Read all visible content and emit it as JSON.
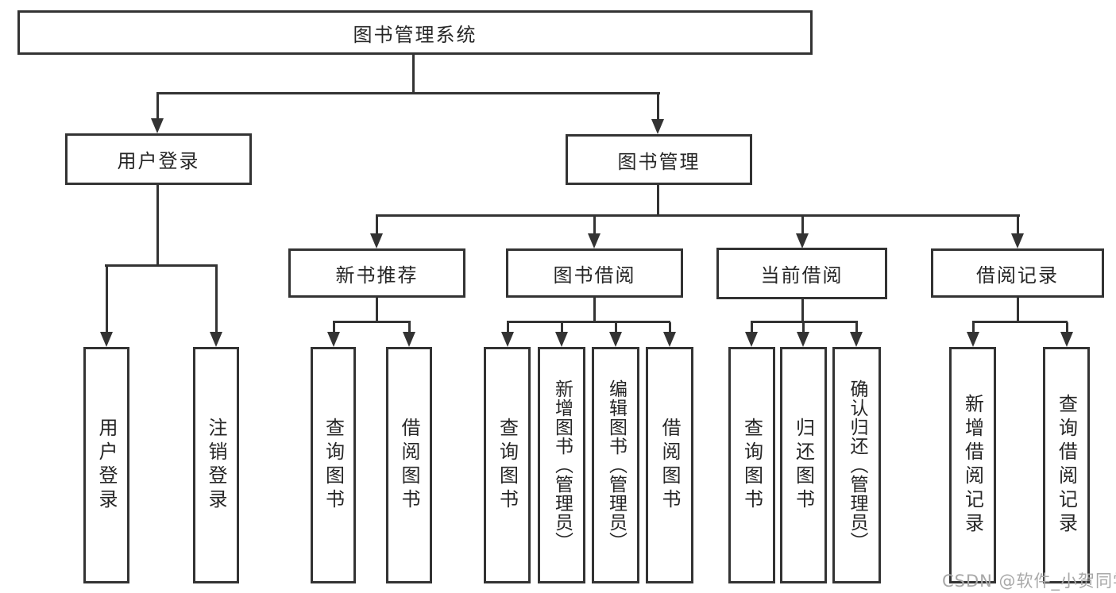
{
  "diagram": {
    "root": {
      "label": "图书管理系统"
    },
    "branches": [
      {
        "label": "用户登录",
        "children": [
          {
            "label": "用户登录"
          },
          {
            "label": "注销登录"
          }
        ]
      },
      {
        "label": "图书管理",
        "sections": [
          {
            "label": "新书推荐",
            "children": [
              {
                "label": "查询图书"
              },
              {
                "label": "借阅图书"
              }
            ]
          },
          {
            "label": "图书借阅",
            "children": [
              {
                "label": "查询图书"
              },
              {
                "label": "新增图书（管理员）"
              },
              {
                "label": "编辑图书（管理员）"
              },
              {
                "label": "借阅图书"
              }
            ]
          },
          {
            "label": "当前借阅",
            "children": [
              {
                "label": "查询图书"
              },
              {
                "label": "归还图书"
              },
              {
                "label": "确认归还（管理员）"
              }
            ]
          },
          {
            "label": "借阅记录",
            "children": [
              {
                "label": "新增借阅记录"
              },
              {
                "label": "查询借阅记录"
              }
            ]
          }
        ]
      }
    ]
  },
  "watermark": {
    "text": "CSDN @软件_小贺同学"
  },
  "colors": {
    "line": "#333333",
    "text": "#262626",
    "background": "#ffffff",
    "watermark": "#a8a8a8"
  }
}
